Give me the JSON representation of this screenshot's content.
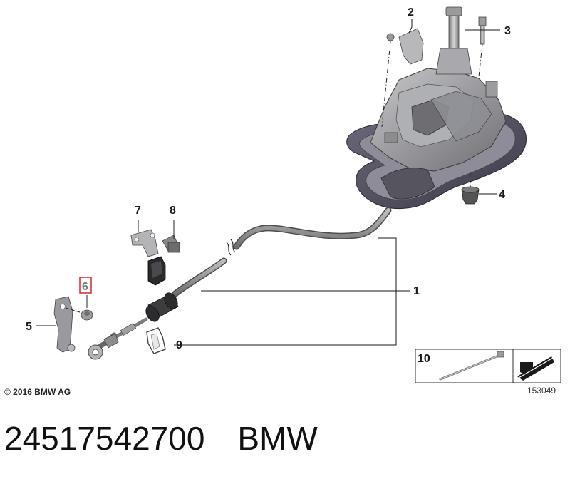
{
  "diagram": {
    "callouts": {
      "c1": "1",
      "c2": "2",
      "c3": "3",
      "c4": "4",
      "c5": "5",
      "c6": "6",
      "c7": "7",
      "c8": "8",
      "c9": "9",
      "c10": "10"
    },
    "copyright": "© 2016 BMW AG",
    "reference_number": "153049",
    "highlight_color": "#d9262c"
  },
  "caption": {
    "part_number": "24517542700",
    "brand": "BMW"
  }
}
